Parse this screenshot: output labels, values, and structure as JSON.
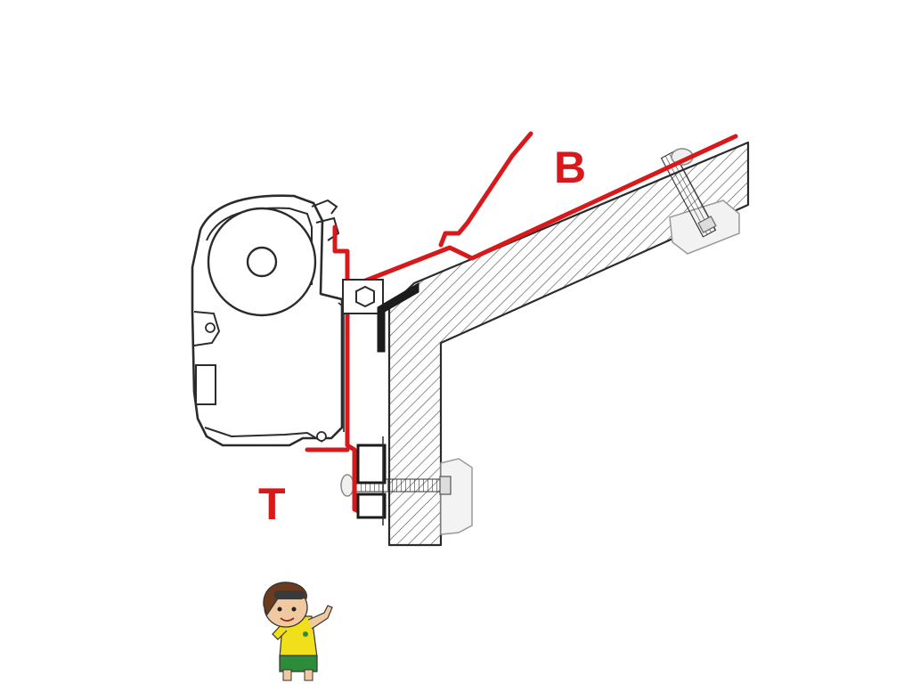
{
  "labels": {
    "top_label": "B",
    "bottom_label": "T"
  },
  "colors": {
    "accent_red": "#d7191c",
    "line": "#2b2b2b",
    "hatch": "#555555"
  },
  "icons": {
    "mascot": "boy-waving-mascot",
    "watermark": "faded-text-watermark"
  }
}
